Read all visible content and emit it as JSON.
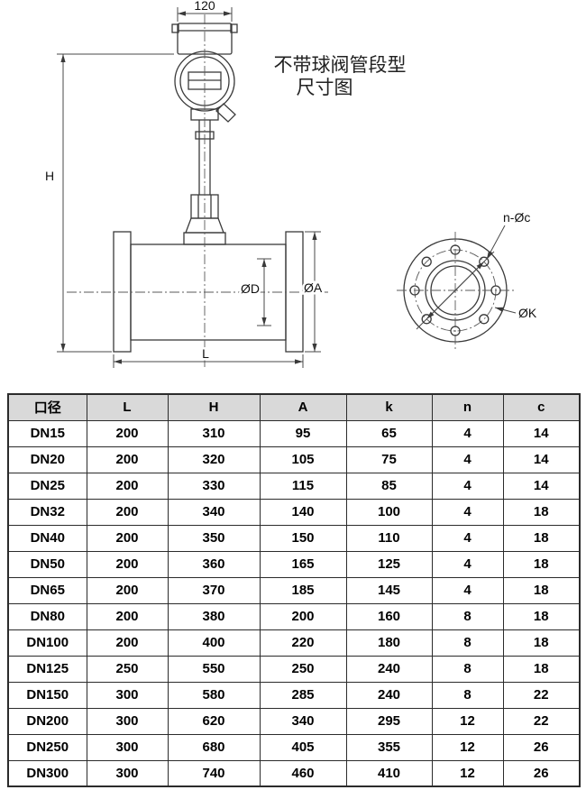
{
  "title": {
    "line1": "不带球阀管段型",
    "line2": "尺寸图"
  },
  "drawing": {
    "dim_top": "120",
    "dim_height": "H",
    "dim_bore": "ØD",
    "dim_flange": "ØA",
    "dim_length": "L",
    "flange_view": {
      "holes": "n-Øc",
      "bolt_circle": "ØK"
    }
  },
  "table": {
    "headers": [
      "口径",
      "L",
      "H",
      "A",
      "k",
      "n",
      "c"
    ],
    "rows": [
      [
        "DN15",
        "200",
        "310",
        "95",
        "65",
        "4",
        "14"
      ],
      [
        "DN20",
        "200",
        "320",
        "105",
        "75",
        "4",
        "14"
      ],
      [
        "DN25",
        "200",
        "330",
        "115",
        "85",
        "4",
        "14"
      ],
      [
        "DN32",
        "200",
        "340",
        "140",
        "100",
        "4",
        "18"
      ],
      [
        "DN40",
        "200",
        "350",
        "150",
        "110",
        "4",
        "18"
      ],
      [
        "DN50",
        "200",
        "360",
        "165",
        "125",
        "4",
        "18"
      ],
      [
        "DN65",
        "200",
        "370",
        "185",
        "145",
        "4",
        "18"
      ],
      [
        "DN80",
        "200",
        "380",
        "200",
        "160",
        "8",
        "18"
      ],
      [
        "DN100",
        "200",
        "400",
        "220",
        "180",
        "8",
        "18"
      ],
      [
        "DN125",
        "250",
        "550",
        "250",
        "240",
        "8",
        "18"
      ],
      [
        "DN150",
        "300",
        "580",
        "285",
        "240",
        "8",
        "22"
      ],
      [
        "DN200",
        "300",
        "620",
        "340",
        "295",
        "12",
        "22"
      ],
      [
        "DN250",
        "300",
        "680",
        "405",
        "355",
        "12",
        "26"
      ],
      [
        "DN300",
        "300",
        "740",
        "460",
        "410",
        "12",
        "26"
      ]
    ]
  },
  "colors": {
    "line": "#3a3a3a",
    "table_border": "#2b2b2b",
    "header_bg": "#d9d9d9",
    "text": "#000000"
  }
}
